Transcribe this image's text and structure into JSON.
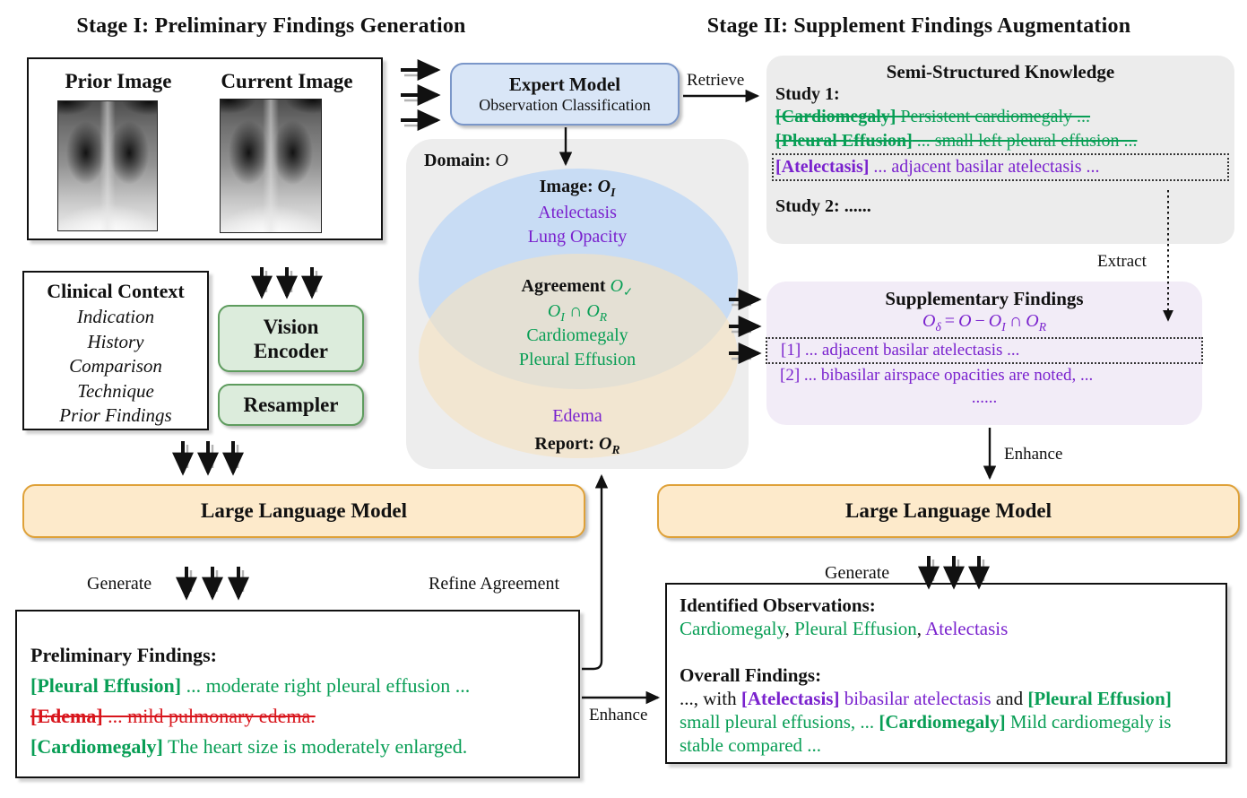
{
  "colors": {
    "green_text": "#089e55",
    "purple_text": "#7a22ce",
    "red_text": "#d8151c",
    "grey_panel": "#ececec",
    "expert_fill": "#d9e6f7",
    "expert_border": "#7b97c9",
    "module_green_fill": "#dcecdc",
    "module_green_border": "#5e9c5e",
    "llm_fill": "#fdeacb",
    "llm_border": "#dfa138",
    "supplementary_fill": "#f2ecf7",
    "venn_image_ellipse": "#d3e2f4",
    "venn_report_ellipse": "#f2e8d6"
  },
  "stage1": {
    "title": "Stage I: Preliminary Findings Generation",
    "prior_image_label": "Prior Image",
    "current_image_label": "Current Image",
    "expert_model": {
      "name": "Expert Model",
      "task": "Observation Classification"
    },
    "clinical_context": {
      "title": "Clinical Context",
      "items": [
        "Indication",
        "History",
        "Comparison",
        "Technique",
        "Prior Findings"
      ]
    },
    "vision_encoder_label": "Vision Encoder",
    "resampler_label": "Resampler",
    "llm_label": "Large Language Model",
    "generate_label": "Generate",
    "refine_agreement_label": "Refine Agreement",
    "enhance_label": "Enhance",
    "preliminary_findings": {
      "title": "Preliminary Findings:",
      "line1": {
        "tag": "[Pleural Effusion]",
        "text": " ... moderate right pleural effusion ..."
      },
      "line2": {
        "tag": "[Edema]",
        "text": " ... mild pulmonary edema."
      },
      "line3": {
        "tag": "[Cardiomegaly]",
        "text": " The heart size is moderately enlarged."
      }
    }
  },
  "venn": {
    "domain_label": "Domain:",
    "o": "O",
    "sub_i": "I",
    "sub_r": "R",
    "check": "✓",
    "cap": "∩",
    "image_label": "Image:",
    "image_items": [
      "Atelectasis",
      "Lung Opacity"
    ],
    "agreement_label": "Agreement",
    "agreement_items": [
      "Cardiomegaly",
      "Pleural Effusion"
    ],
    "report_item": "Edema",
    "report_label": "Report:"
  },
  "stage2": {
    "title": "Stage II: Supplement Findings Augmentation",
    "retrieve_label": "Retrieve",
    "knowledge": {
      "title": "Semi-Structured Knowledge",
      "study1_label": "Study 1:",
      "line1": {
        "tag": "[Cardiomegaly]",
        "text": " Persistent cardiomegaly ..."
      },
      "line2": {
        "tag": "[Pleural Effusion]",
        "text": " ... small left pleural effusion ..."
      },
      "line3": {
        "tag": "[Atelectasis]",
        "text": " ... adjacent basilar atelectasis ..."
      },
      "study2_label": "Study 2: ......"
    },
    "extract_label": "Extract",
    "supplementary": {
      "title": "Supplementary Findings",
      "formula": {
        "o": "O",
        "sub_delta": "δ",
        "equals": "=",
        "domain": "O",
        "minus": "−",
        "sub_i": "I",
        "cap": "∩",
        "sub_r": "R"
      },
      "item1": "[1] ... adjacent basilar atelectasis ...",
      "item2": "[2] ... bibasilar airspace opacities are noted, ...",
      "ellipsis": "......"
    },
    "enhance_label": "Enhance",
    "llm_label": "Large Language Model",
    "generate_label": "Generate",
    "output": {
      "identified_title": "Identified Observations:",
      "identified": {
        "item1": "Cardiomegaly",
        "sep1": ", ",
        "item2": "Pleural Effusion",
        "sep2": ", ",
        "item3": "Atelectasis"
      },
      "overall_title": "Overall Findings:",
      "overall": {
        "s1": "..., with ",
        "s2": "[Atelectasis]",
        "s3": " bibasilar atelectasis",
        "s4": " and ",
        "s5": "[Pleural Effusion]",
        "s6": " small pleural effusions, ... ",
        "s7": "[Cardiomegaly]",
        "s8": " Mild cardiomegaly is stable compared ..."
      }
    }
  }
}
